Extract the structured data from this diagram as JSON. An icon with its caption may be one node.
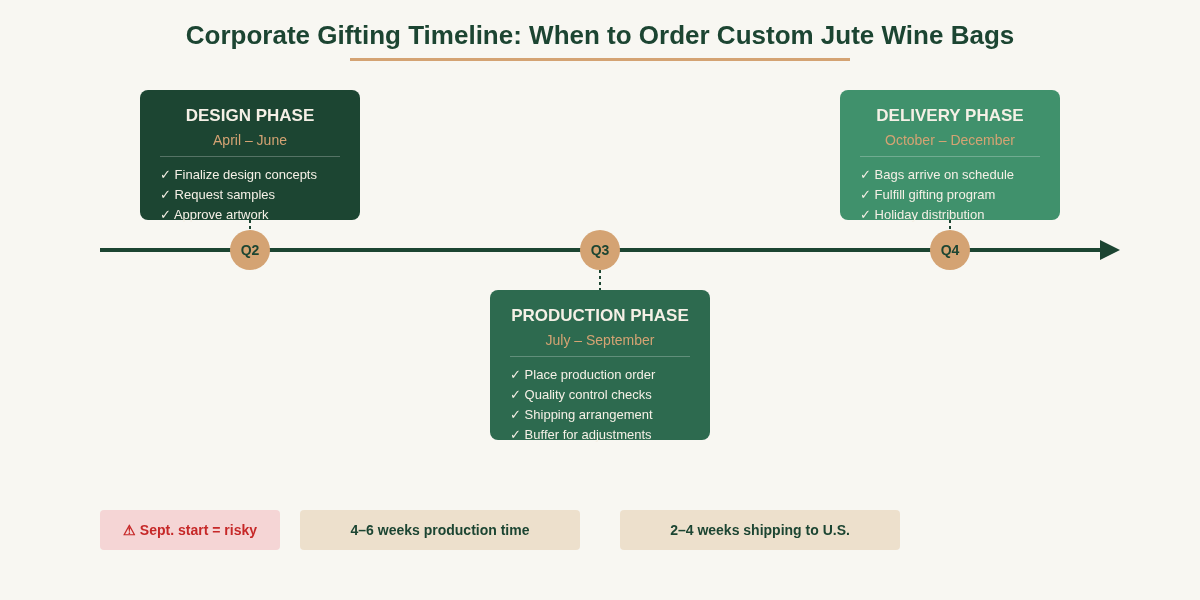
{
  "diagram": {
    "title": "Corporate Gifting Timeline: When to Order Custom Jute Wine Bags",
    "nodes": [
      {
        "text": [
          "DESIGN PHASE",
          "April – June",
          "✓ Finalize design concepts",
          "✓ Request samples",
          "✓ Approve artwork"
        ]
      },
      {
        "text": [
          "DELIVERY PHASE",
          "October – December",
          "✓ Bags arrive on schedule",
          "✓ Fulfill gifting program",
          "✓ Holiday distribution"
        ]
      },
      {
        "text": [
          "Q2"
        ]
      },
      {
        "text": [
          "Q3"
        ]
      },
      {
        "text": [
          "Q4"
        ]
      },
      {
        "text": [
          "PRODUCTION PHASE",
          "July – September",
          "✓ Place production order",
          "✓ Quality control checks",
          "✓ Shipping arrangement",
          "✓ Buffer for adjustments"
        ]
      },
      {
        "text": [
          "⚠ Sept. start = risky"
        ]
      },
      {
        "text": [
          "4–6 weeks production time"
        ]
      },
      {
        "text": [
          "2–4 weeks shipping to U.S."
        ]
      }
    ],
    "edges": [
      {
        "from": 0,
        "to": 2,
        "arrow": "none",
        "style": "dashed"
      },
      {
        "from": 1,
        "to": 4,
        "arrow": "none",
        "style": "dashed"
      },
      {
        "from": 3,
        "to": 5,
        "arrow": "none",
        "style": "dashed"
      }
    ]
  }
}
